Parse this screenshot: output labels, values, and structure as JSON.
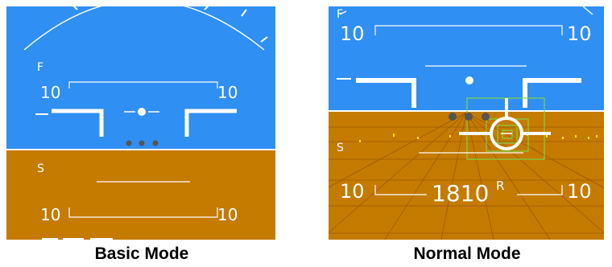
{
  "colors": {
    "sky": "#2f8ff2",
    "ground": "#c57a00",
    "hud": "#ffffff",
    "dots": "#555555",
    "targeting": "#7bd64a",
    "ground_dash": "#ffee00"
  },
  "basic": {
    "caption": "Basic Mode",
    "flap_label": "F",
    "speed_label": "S",
    "pitch_top_left": "10",
    "pitch_top_right": "10",
    "pitch_bottom_left": "10",
    "pitch_bottom_right": "10"
  },
  "normal": {
    "caption": "Normal Mode",
    "flap_label": "F",
    "speed_label": "S",
    "pitch_top_left": "10",
    "pitch_top_right": "10",
    "pitch_bottom_left": "10",
    "pitch_bottom_right": "10",
    "heading_value": "1810",
    "heading_suffix": "R"
  },
  "icons": [
    "aircraft-symbol-icon",
    "flight-path-marker-icon",
    "target-box-icon"
  ]
}
